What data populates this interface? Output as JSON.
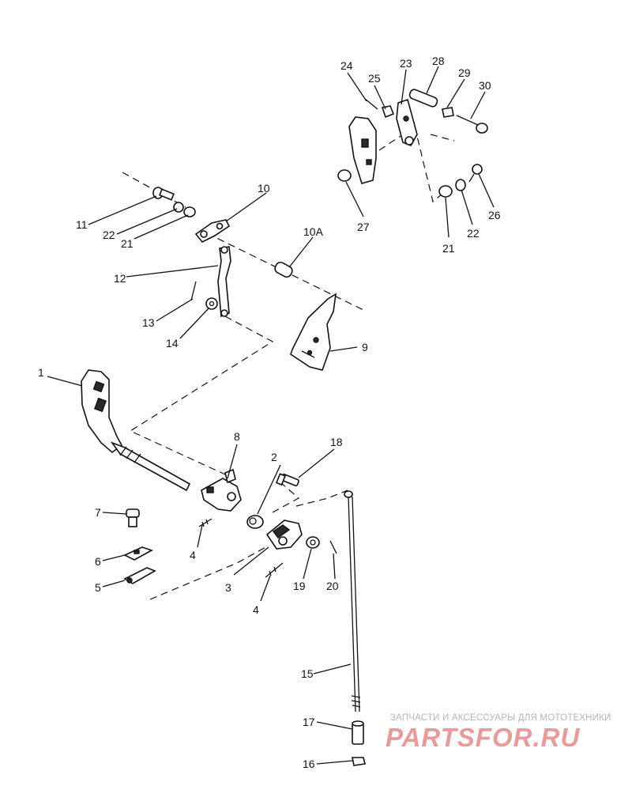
{
  "labels": {
    "l1": "1",
    "l2": "2",
    "l3": "3",
    "l4a": "4",
    "l4b": "4",
    "l5": "5",
    "l6": "6",
    "l7": "7",
    "l8": "8",
    "l9": "9",
    "l10": "10",
    "l10A": "10A",
    "l11": "11",
    "l12": "12",
    "l13": "13",
    "l14": "14",
    "l15": "15",
    "l16": "16",
    "l17": "17",
    "l18": "18",
    "l19": "19",
    "l20": "20",
    "l21a": "21",
    "l21b": "21",
    "l22a": "22",
    "l22b": "22",
    "l23": "23",
    "l24": "24",
    "l25": "25",
    "l26": "26",
    "l27": "27",
    "l28": "28",
    "l29": "29",
    "l30": "30"
  },
  "watermark": {
    "tagline": "ЗАПЧАСТИ И АКСЕССУАРЫ ДЛЯ МОТОТЕХНИКИ",
    "brand": "PARTSFOR.RU",
    "color": "#e38a8a"
  }
}
